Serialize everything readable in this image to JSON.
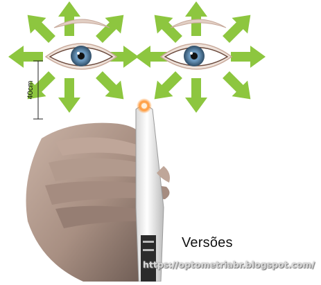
{
  "figure": {
    "distance_label": "40cm",
    "caption": "Versões",
    "watermark": "https://optometriabr.blogspot.com/"
  },
  "icons": {
    "left_eye": "eye-icon",
    "right_eye": "eye-icon",
    "arrows": "arrow-icon",
    "penlight": "penlight-icon"
  },
  "colors": {
    "arrow_green": "#8dc63f",
    "iris_blue": "#7fa8c9",
    "skin": "#d8c2b4",
    "penlight_white": "#f2f2f2",
    "light_orange": "#ff9a3c"
  }
}
